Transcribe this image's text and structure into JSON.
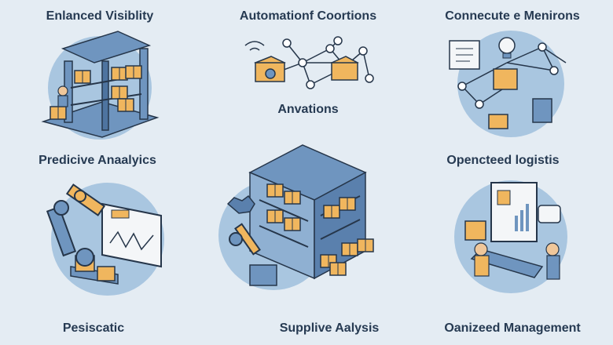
{
  "labels": {
    "enhanced_visibility": "Enlanced Visiblity",
    "automation": "Automationf Coortions",
    "connected": "Connecute e Menirons",
    "annotations": "Anvations",
    "predictive": "Predicive Anaalyics",
    "optimized_logistics": "Opencteed logistis",
    "periscatic": "Pesiscatic",
    "supply_analysis": "Supplive Aalysis",
    "optimized_management": "Oanizeed Management"
  },
  "colors": {
    "background": "#e4ecf3",
    "circle": "#a9c6e0",
    "steel": "#6f95bf",
    "steel_dark": "#3f5f86",
    "box": "#f0b65e",
    "outline": "#26364a",
    "screen": "#f4f6f8"
  }
}
